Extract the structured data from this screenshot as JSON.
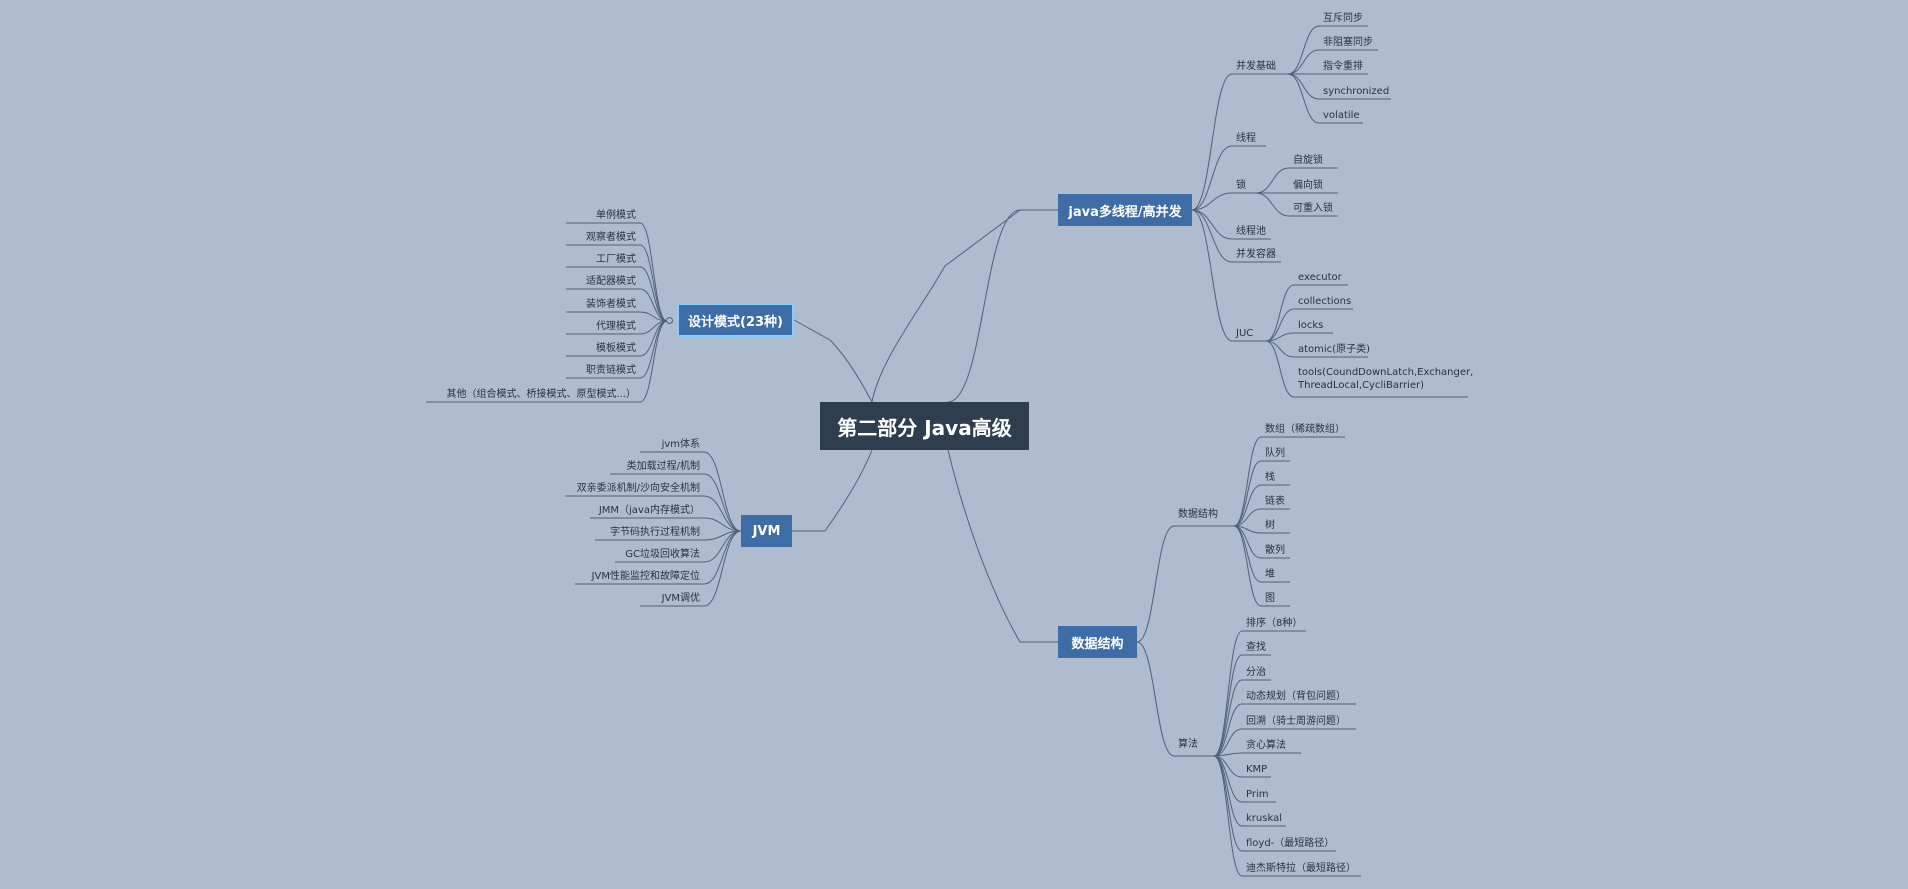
{
  "central": "第二部分 Java高级",
  "design": {
    "title": "设计模式(23种)",
    "items": [
      "单例模式",
      "观察者模式",
      "工厂模式",
      "适配器模式",
      "装饰者模式",
      "代理模式",
      "模板模式",
      "职责链模式",
      "其他（组合模式、桥接模式、原型模式...）"
    ]
  },
  "jvm": {
    "title": "JVM",
    "items": [
      "jvm体系",
      "类加载过程/机制",
      "双亲委派机制/沙向安全机制",
      "JMM（java内存模式）",
      "字节码执行过程机制",
      "GC垃圾回收算法",
      "JVM性能监控和故障定位",
      "JVM调优"
    ]
  },
  "concurrency": {
    "title": "java多线程/高并发",
    "basics": {
      "label": "并发基础",
      "items": [
        "互斥同步",
        "非阻塞同步",
        "指令重排",
        "synchronized",
        "volatile"
      ]
    },
    "thread": "线程",
    "lock": {
      "label": "锁",
      "items": [
        "自旋锁",
        "偏向锁",
        "可重入锁"
      ]
    },
    "pool": "线程池",
    "containers": "并发容器",
    "juc": {
      "label": "JUC",
      "items": [
        "executor",
        "collections",
        "locks",
        "atomic(原子类)"
      ],
      "tools_line1": "tools(CoundDownLatch,Exchanger,",
      "tools_line2": "ThreadLocal,CycliBarrier)"
    }
  },
  "ds": {
    "title": "数据结构",
    "structures": {
      "label": "数据结构",
      "items": [
        "数组（稀疏数组）",
        "队列",
        "栈",
        "链表",
        "树",
        "散列",
        "堆",
        "图"
      ]
    },
    "algorithms": {
      "label": "算法",
      "items": [
        "排序（8种）",
        "查找",
        "分治",
        "动态规划（背包问题）",
        "回溯（骑士周游问题）",
        "贪心算法",
        "KMP",
        "Prim",
        "kruskal",
        "floyd-（最短路径）",
        "迪杰斯特拉（最短路径）"
      ]
    }
  },
  "colors": {
    "background": "#afbbcf",
    "central": "#2f3e4e",
    "main": "#3d6ca6",
    "line": "#50627a"
  }
}
